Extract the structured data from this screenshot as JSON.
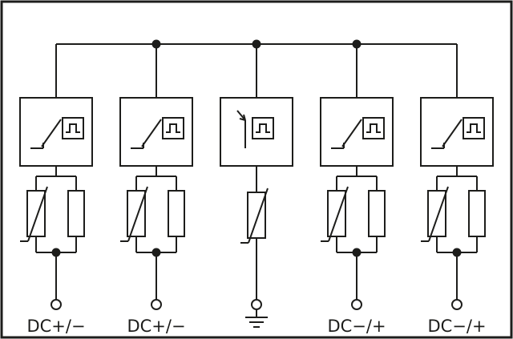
{
  "diagram": {
    "type": "circuit-diagram",
    "description": "Surge protective device basic circuit diagram with five parallel protection paths, thermal disconnectors with status indicators, varistors, fuse links and an earthed centre path",
    "colors": {
      "line": "#1d1d1b",
      "background": "#ffffff"
    },
    "terminals": [
      {
        "label": "DC+/−",
        "symbol": "open-terminal"
      },
      {
        "label": "DC+/−",
        "symbol": "open-terminal"
      },
      {
        "label": "",
        "symbol": "earth-ground"
      },
      {
        "label": "DC−/+",
        "symbol": "open-terminal"
      },
      {
        "label": "DC−/+",
        "symbol": "open-terminal"
      }
    ],
    "icons": {
      "disconnector": "thermal-disconnect-switch",
      "status_indicator": "pulse-square",
      "center_arrester": "triggered-spark-gap",
      "varistor": "varistor",
      "fuse": "fuse-link",
      "junction": "connection-dot",
      "ground": "earth-ground",
      "terminal": "open-terminal"
    }
  }
}
